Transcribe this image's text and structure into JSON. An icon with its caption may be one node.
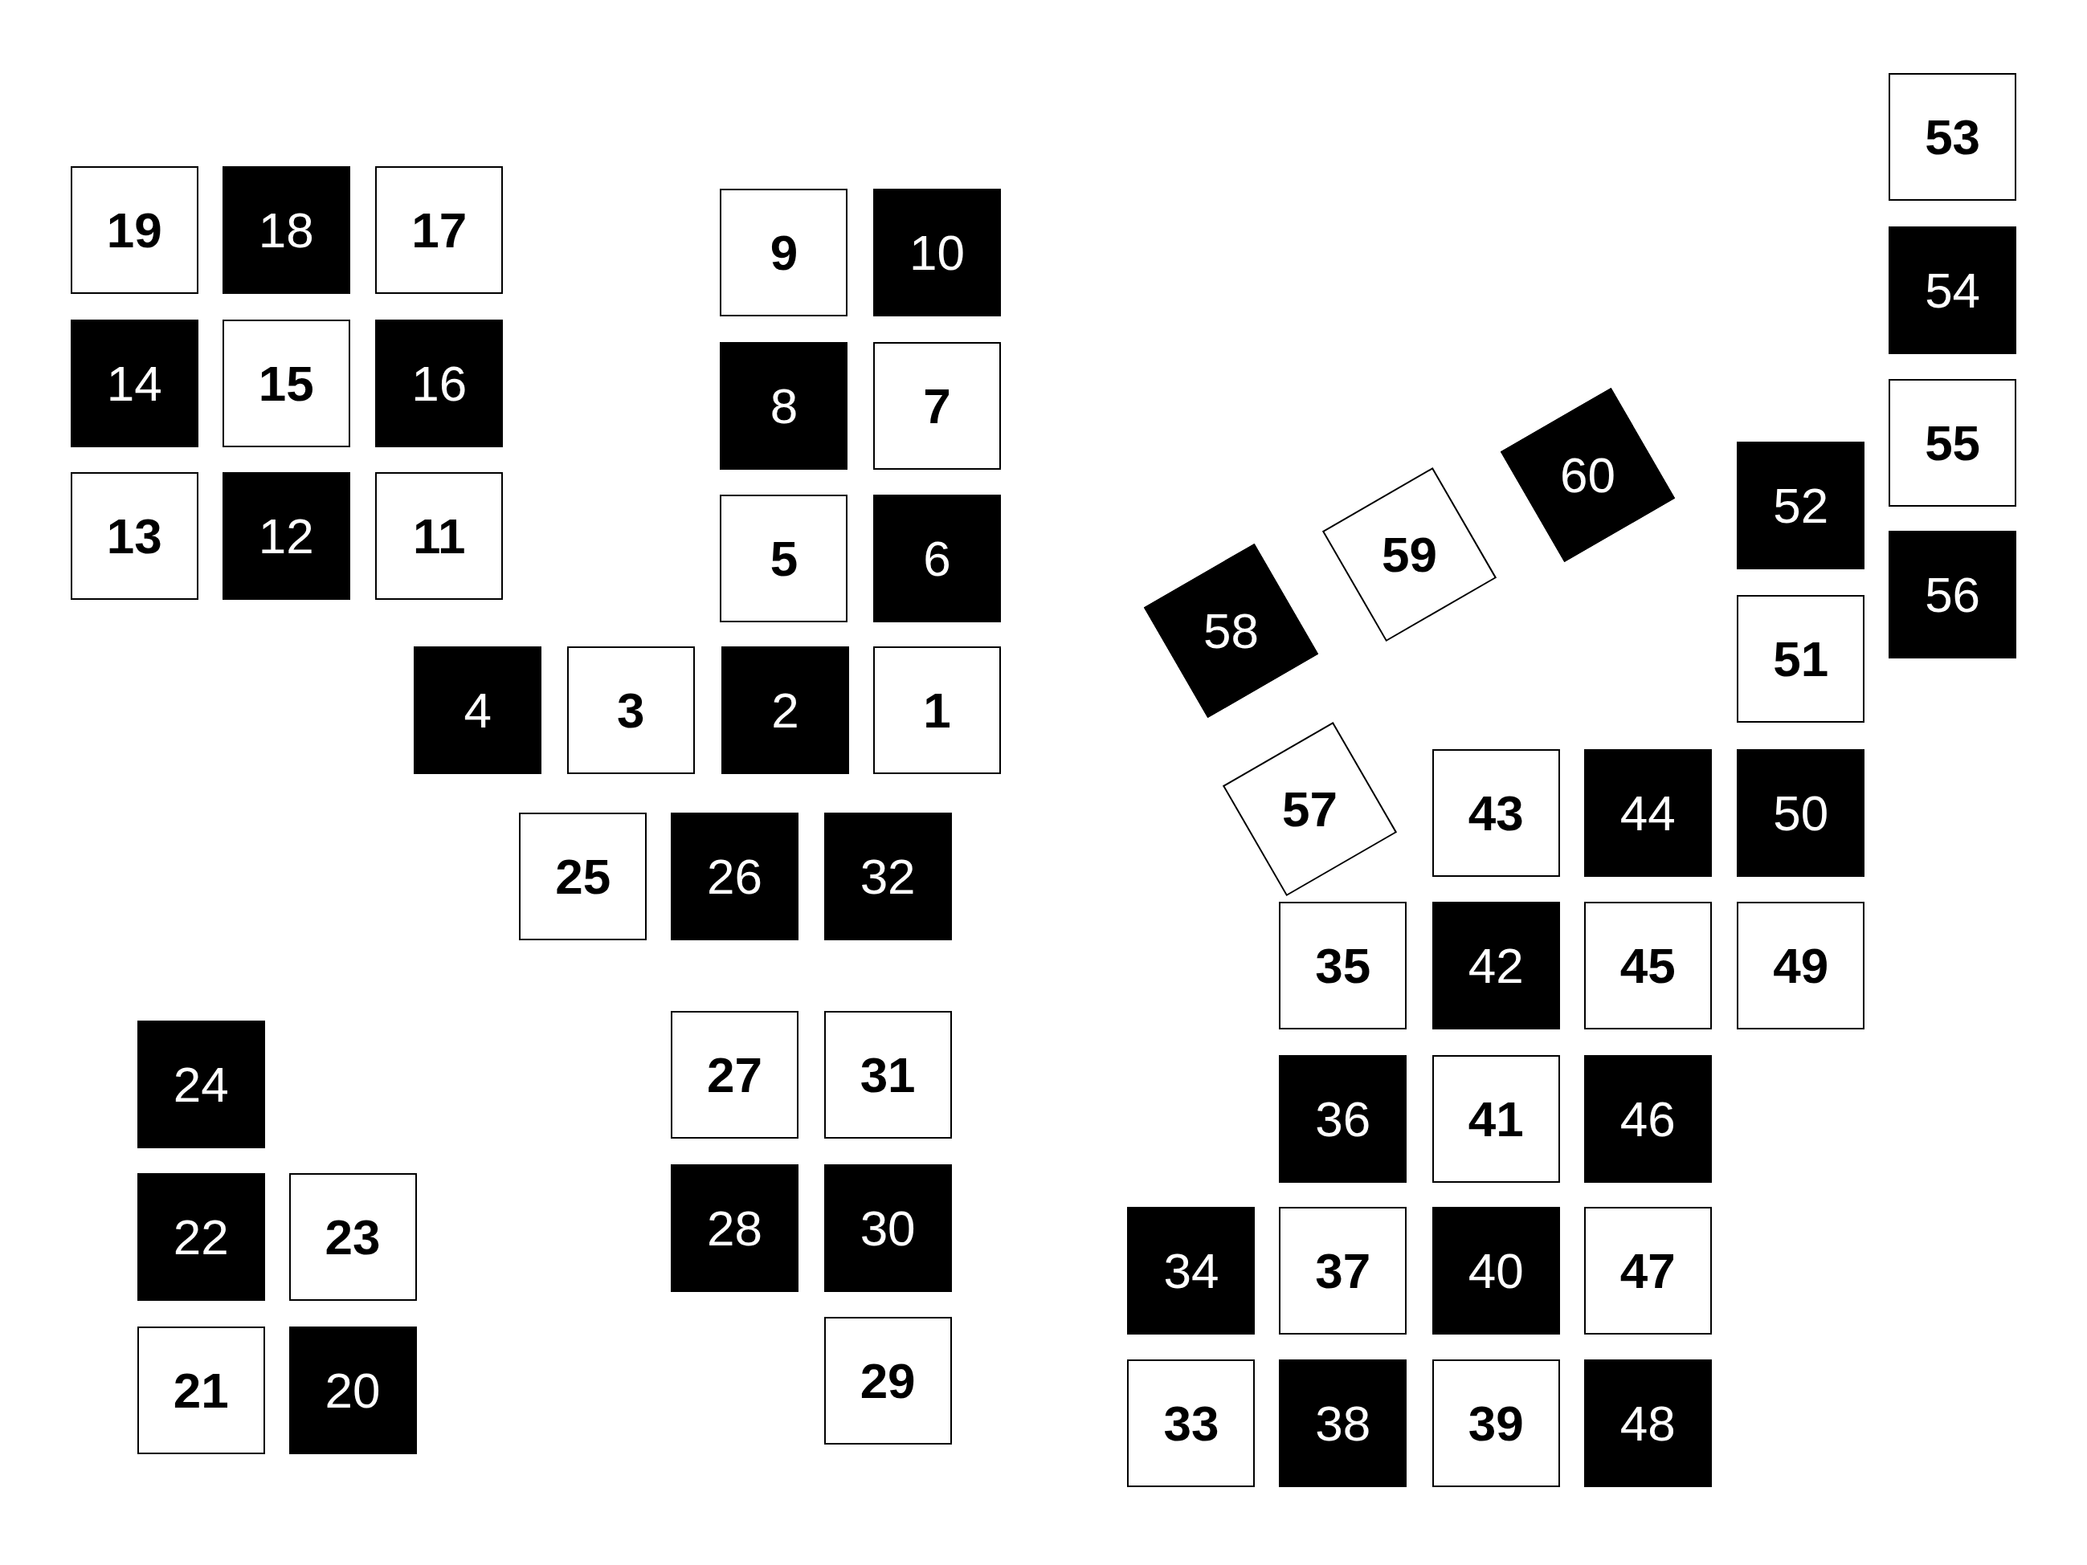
{
  "diagram": {
    "nodes": [
      {
        "text": [
          "1"
        ]
      },
      {
        "text": [
          "2"
        ]
      },
      {
        "text": [
          "3"
        ]
      },
      {
        "text": [
          "4"
        ]
      },
      {
        "text": [
          "5"
        ]
      },
      {
        "text": [
          "6"
        ]
      },
      {
        "text": [
          "7"
        ]
      },
      {
        "text": [
          "8"
        ]
      },
      {
        "text": [
          "9"
        ]
      },
      {
        "text": [
          "10"
        ]
      },
      {
        "text": [
          "11"
        ]
      },
      {
        "text": [
          "12"
        ]
      },
      {
        "text": [
          "13"
        ]
      },
      {
        "text": [
          "14"
        ]
      },
      {
        "text": [
          "15"
        ]
      },
      {
        "text": [
          "16"
        ]
      },
      {
        "text": [
          "17"
        ]
      },
      {
        "text": [
          "18"
        ]
      },
      {
        "text": [
          "19"
        ]
      },
      {
        "text": [
          "20"
        ]
      },
      {
        "text": [
          "21"
        ]
      },
      {
        "text": [
          "22"
        ]
      },
      {
        "text": [
          "23"
        ]
      },
      {
        "text": [
          "24"
        ]
      },
      {
        "text": [
          "25"
        ]
      },
      {
        "text": [
          "26"
        ]
      },
      {
        "text": [
          "27"
        ]
      },
      {
        "text": [
          "28"
        ]
      },
      {
        "text": [
          "29"
        ]
      },
      {
        "text": [
          "30"
        ]
      },
      {
        "text": [
          "31"
        ]
      },
      {
        "text": [
          "32"
        ]
      },
      {
        "text": [
          "33"
        ]
      },
      {
        "text": [
          "34"
        ]
      },
      {
        "text": [
          "35"
        ]
      },
      {
        "text": [
          "36"
        ]
      },
      {
        "text": [
          "37"
        ]
      },
      {
        "text": [
          "38"
        ]
      },
      {
        "text": [
          "39"
        ]
      },
      {
        "text": [
          "40"
        ]
      },
      {
        "text": [
          "41"
        ]
      },
      {
        "text": [
          "42"
        ]
      },
      {
        "text": [
          "43"
        ]
      },
      {
        "text": [
          "44"
        ]
      },
      {
        "text": [
          "45"
        ]
      },
      {
        "text": [
          "46"
        ]
      },
      {
        "text": [
          "47"
        ]
      },
      {
        "text": [
          "48"
        ]
      },
      {
        "text": [
          "49"
        ]
      },
      {
        "text": [
          "50"
        ]
      },
      {
        "text": [
          "51"
        ]
      },
      {
        "text": [
          "52"
        ]
      },
      {
        "text": [
          "53"
        ]
      },
      {
        "text": [
          "54"
        ]
      },
      {
        "text": [
          "55"
        ]
      },
      {
        "text": [
          "56"
        ]
      },
      {
        "text": [
          "57"
        ]
      },
      {
        "text": [
          "58"
        ]
      },
      {
        "text": [
          "59"
        ]
      },
      {
        "text": [
          "60"
        ]
      }
    ]
  }
}
